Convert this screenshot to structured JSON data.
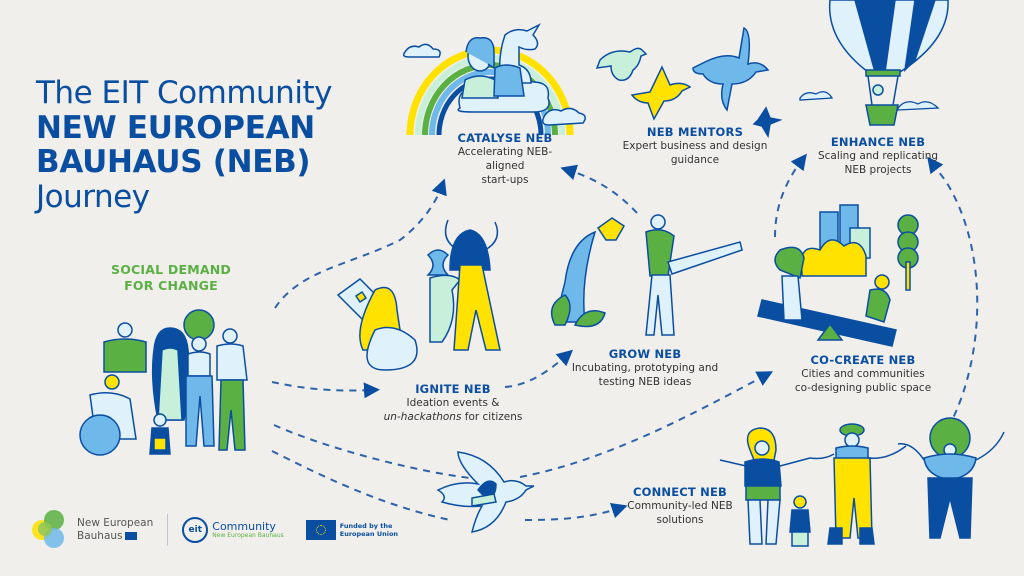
{
  "title": {
    "line1": "The EIT Community",
    "line2": "NEW EUROPEAN",
    "line3": "BAUHAUS (NEB)",
    "line4": "Journey"
  },
  "social_demand": {
    "line1": "SOCIAL DEMAND",
    "line2": "FOR CHANGE"
  },
  "stages": {
    "catalyse": {
      "title": "CATALYSE NEB",
      "desc1": "Accelerating NEB-aligned",
      "desc2": "start-ups"
    },
    "mentors": {
      "title": "NEB MENTORS",
      "desc1": "Expert business and design",
      "desc2": "guidance"
    },
    "enhance": {
      "title": "ENHANCE NEB",
      "desc1": "Scaling and replicating",
      "desc2": "NEB projects"
    },
    "ignite": {
      "title": "IGNITE NEB",
      "desc1": "Ideation events &",
      "desc2_em": "un-hackathons",
      "desc2_rest": " for citizens"
    },
    "grow": {
      "title": "GROW NEB",
      "desc1": "Incubating, prototyping and",
      "desc2": "testing NEB ideas"
    },
    "cocreate": {
      "title": "CO-CREATE NEB",
      "desc1": "Cities and communities",
      "desc2": "co-designing public space"
    },
    "connect": {
      "title": "CONNECT NEB",
      "desc1": "Community-led NEB",
      "desc2": "solutions"
    }
  },
  "logos": {
    "neb_line1": "New European",
    "neb_line2": "Bauhaus",
    "eit_badge": "eit",
    "eit_line1": "Community",
    "eit_line2": "New European Bauhaus",
    "eu_line1": "Funded by the",
    "eu_line2": "European Union"
  },
  "colors": {
    "background": "#f1efeb",
    "primary_blue": "#0a4ea2",
    "light_blue": "#6fb8ea",
    "pale_blue": "#dff1fb",
    "green": "#5bb043",
    "yellow": "#ffe200",
    "mint": "#c8efd9"
  },
  "icons": [
    "rainbow-icon",
    "unicorn-icon",
    "bird-icon",
    "hot-air-balloon-icon",
    "seesaw-icon",
    "watering-can-icon",
    "flying-dove-icon",
    "people-group-icon",
    "cloud-icon",
    "tree-icon",
    "eu-flag-icon"
  ]
}
